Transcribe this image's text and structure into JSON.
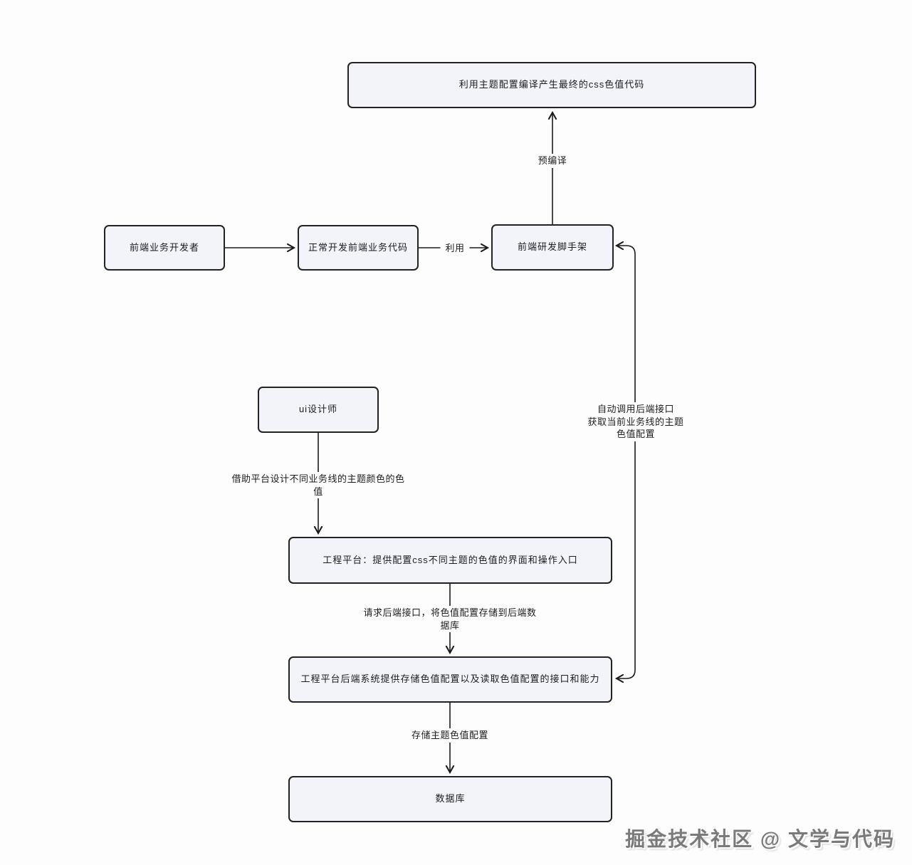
{
  "diagram": {
    "nodes": {
      "compile_output": {
        "label": "利用主题配置编译产生最终的css色值代码"
      },
      "fe_developer": {
        "label": "前端业务开发者"
      },
      "dev_code": {
        "label": "正常开发前端业务代码"
      },
      "scaffold": {
        "label": "前端研发脚手架"
      },
      "ui_designer": {
        "label": "ui设计师"
      },
      "platform": {
        "label": "工程平台：提供配置css不同主题的色值的界面和操作入口"
      },
      "backend": {
        "label": "工程平台后端系统提供存储色值配置以及读取色值配置的接口和能力"
      },
      "database": {
        "label": "数据库"
      }
    },
    "edges": {
      "precompile": {
        "label": "预编译"
      },
      "use": {
        "label": "利用"
      },
      "design": {
        "lines": [
          "借助平台设计不同业务线的主题颜色的色",
          "值"
        ]
      },
      "request_store": {
        "lines": [
          "请求后端接口，将色值配置存储到后端数",
          "据库"
        ]
      },
      "store_theme": {
        "label": "存储主题色值配置"
      },
      "auto_call": {
        "lines": [
          "自动调用后端接口",
          "获取当前业务线的主题",
          "色值配置"
        ]
      }
    },
    "watermark": "掘金技术社区 @ 文学与代码",
    "colors": {
      "background": "#fdfdfd",
      "node_fill": "#f2f4fa",
      "node_border": "#222222",
      "line": "#1a1a1a",
      "text": "#1c1c1c",
      "watermark": "#7a7a7a"
    }
  }
}
